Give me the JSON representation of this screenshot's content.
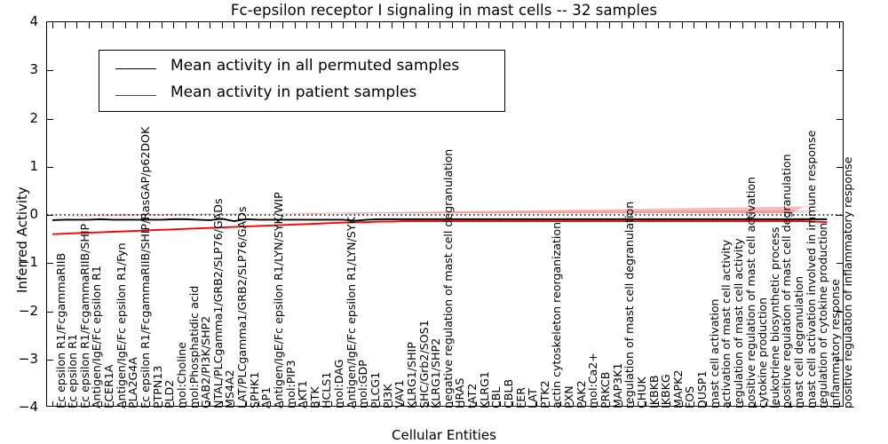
{
  "title": "Fc-epsilon receptor I signaling in mast cells -- 32 samples",
  "axes": {
    "xlabel": "Cellular Entities",
    "ylabel": "Inferred Activity",
    "yticks": [
      "-4",
      "-3",
      "-2",
      "-1",
      "0",
      "1",
      "2",
      "3",
      "4"
    ],
    "ylim": [
      -4,
      4
    ]
  },
  "legend": {
    "entries": [
      {
        "label": "Mean activity in all permuted samples",
        "color": "#000000"
      },
      {
        "label": "Mean activity in patient samples",
        "color": "#ff0000"
      }
    ]
  },
  "chart_data": {
    "type": "line",
    "title": "Fc-epsilon receptor I signaling in mast cells -- 32 samples",
    "xlabel": "Cellular Entities",
    "ylabel": "Inferred Activity",
    "ylim": [
      -4,
      4
    ],
    "grid": false,
    "legend_position": "upper left",
    "categories": [
      "Fc epsilon R1/FcgammaRIIB",
      "Fc epsilon R1",
      "Fc epsilon R1/FcgammaRIIB/SHIP",
      "Antigen/IgE/Fc epsilon R1",
      "FCER1A",
      "Antigen/IgE/Fc epsilon R1/Fyn",
      "PLA2G4A",
      "Fc epsilon R1/FcgammaRIIB/SHIP/RasGAP/p62DOK",
      "PTPN13",
      "PLD2",
      "mol:Choline",
      "mol:Phosphatidic acid",
      "GAB2/PI3K/SHP2",
      "NTAL/PLCgamma1/GRB2/SLP76/GADs",
      "MS4A2",
      "LAT/PLCgamma1/GRB2/SLP76/GADs",
      "SPHK1",
      "AP1",
      "Antigen/IgE/Fc epsilon R1/LYN/SYK/WIP",
      "mol:PIP3",
      "AKT1",
      "BTK",
      "HCLS1",
      "mol:DAG",
      "Antigen/IgE/Fc epsilon R1/LYN/SYK",
      "mol:GDP",
      "PLCG1",
      "PI3K",
      "VAV1",
      "KLRG1/SHIP",
      "SHC/Grb2/SOS1",
      "KLRG1/SHP2",
      "negative regulation of mast cell degranulation",
      "HRAS",
      "tAT2",
      "KLRG1",
      "CBL",
      "CBLB",
      "FER",
      "LAT",
      "PTK2",
      "actin cytoskeleton reorganization",
      "PXN",
      "PAK2",
      "mol:Ca2+",
      "PRKCB",
      "MAP3K1",
      "regulation of mast cell degranulation",
      "CHUK",
      "IKBKB",
      "IKBKG",
      "MAPK2",
      "FOS",
      "DUSP1",
      "mast cell activation",
      "activation of mast cell activity",
      "regulation of mast cell activity",
      "positive regulation of mast cell activation",
      "cytokine production",
      "leukotriene biosynthetic process",
      "positive regulation of mast cell degranulation",
      "mast cell degranulation",
      "mast cell activation involved in immune response",
      "regulation of cytokine production",
      "inflammatory response",
      "positive regulation of inflammatory response"
    ],
    "series": [
      {
        "name": "Mean activity in all permuted samples",
        "color": "#000000",
        "values": [
          -0.11,
          -0.1,
          -0.1,
          -0.1,
          -0.09,
          -0.1,
          -0.1,
          -0.1,
          -0.1,
          -0.1,
          -0.09,
          -0.09,
          -0.1,
          -0.11,
          -0.08,
          -0.13,
          -0.09,
          -0.1,
          -0.1,
          -0.1,
          -0.1,
          -0.1,
          -0.1,
          -0.1,
          -0.1,
          -0.12,
          -0.1,
          -0.09,
          -0.09,
          -0.09,
          -0.09,
          -0.09,
          -0.09,
          -0.09,
          -0.09,
          -0.09,
          -0.09,
          -0.09,
          -0.09,
          -0.09,
          -0.09,
          -0.09,
          -0.09,
          -0.09,
          -0.09,
          -0.09,
          -0.09,
          -0.09,
          -0.09,
          -0.09,
          -0.09,
          -0.09,
          -0.09,
          -0.09,
          -0.09,
          -0.09,
          -0.09,
          -0.09,
          -0.09,
          -0.09,
          -0.09,
          -0.09,
          -0.09,
          -0.09,
          -0.09
        ],
        "band_low": [
          -0.22,
          -0.21,
          -0.21,
          -0.21,
          -0.2,
          -0.21,
          -0.21,
          -0.21,
          -0.21,
          -0.21,
          -0.2,
          -0.2,
          -0.21,
          -0.23,
          -0.19,
          -0.25,
          -0.2,
          -0.21,
          -0.21,
          -0.21,
          -0.21,
          -0.21,
          -0.21,
          -0.21,
          -0.21,
          -0.24,
          -0.21,
          -0.2,
          -0.2,
          -0.2,
          -0.2,
          -0.2,
          -0.2,
          -0.2,
          -0.2,
          -0.2,
          -0.2,
          -0.2,
          -0.2,
          -0.2,
          -0.2,
          -0.2,
          -0.2,
          -0.2,
          -0.2,
          -0.2,
          -0.2,
          -0.2,
          -0.2,
          -0.2,
          -0.2,
          -0.2,
          -0.2,
          -0.2,
          -0.2,
          -0.2,
          -0.2,
          -0.2,
          -0.2,
          -0.2,
          -0.2,
          -0.2,
          -0.2,
          -0.24,
          -0.26
        ],
        "band_high": [
          0.02,
          0.03,
          0.03,
          0.03,
          0.04,
          0.03,
          0.03,
          0.03,
          0.03,
          0.03,
          0.04,
          0.04,
          0.03,
          0.02,
          0.05,
          0.0,
          0.04,
          0.03,
          0.03,
          0.03,
          0.03,
          0.03,
          0.03,
          0.03,
          0.03,
          0.01,
          0.03,
          0.04,
          0.04,
          0.04,
          0.04,
          0.04,
          0.04,
          0.04,
          0.04,
          0.04,
          0.04,
          0.04,
          0.04,
          0.04,
          0.04,
          0.04,
          0.04,
          0.04,
          0.04,
          0.04,
          0.04,
          0.04,
          0.04,
          0.04,
          0.04,
          0.04,
          0.04,
          0.04,
          0.04,
          0.04,
          0.04,
          0.04,
          0.04,
          0.04,
          0.04,
          0.04,
          0.04,
          0.07,
          0.1
        ]
      },
      {
        "name": "Mean activity in patient samples",
        "color": "#ff0000",
        "values": [
          -0.4,
          -0.39,
          -0.38,
          -0.37,
          -0.36,
          -0.35,
          -0.34,
          -0.33,
          -0.32,
          -0.31,
          -0.3,
          -0.29,
          -0.28,
          -0.27,
          -0.26,
          -0.25,
          -0.24,
          -0.23,
          -0.22,
          -0.21,
          -0.2,
          -0.19,
          -0.18,
          -0.17,
          -0.16,
          -0.15,
          -0.15,
          -0.14,
          -0.14,
          -0.13,
          -0.13,
          -0.13,
          -0.13,
          -0.13,
          -0.13,
          -0.13,
          -0.13,
          -0.13,
          -0.13,
          -0.13,
          -0.13,
          -0.13,
          -0.13,
          -0.13,
          -0.13,
          -0.13,
          -0.13,
          -0.13,
          -0.13,
          -0.13,
          -0.13,
          -0.13,
          -0.13,
          -0.13,
          -0.13,
          -0.13,
          -0.13,
          -0.13,
          -0.13,
          -0.13,
          -0.13,
          -0.13,
          -0.13,
          -0.14,
          -0.15
        ],
        "band_low": [
          -0.78,
          -0.76,
          -0.76,
          -0.74,
          -0.73,
          -0.72,
          -0.74,
          -0.72,
          -0.64,
          -0.63,
          -0.62,
          -0.62,
          -0.62,
          -0.72,
          -0.74,
          -0.7,
          -0.66,
          -0.65,
          -0.64,
          -0.63,
          -0.62,
          -0.6,
          -0.58,
          -0.56,
          -0.58,
          -0.58,
          -0.56,
          -0.55,
          -0.54,
          -0.53,
          -0.52,
          -0.51,
          -0.5,
          -0.49,
          -0.48,
          -0.48,
          -0.47,
          -0.47,
          -0.46,
          -0.46,
          -0.45,
          -0.45,
          -0.45,
          -0.44,
          -0.44,
          -0.44,
          -0.44,
          -0.44,
          -0.44,
          -0.44,
          -0.44,
          -0.44,
          -0.44,
          -0.38,
          -0.38,
          -0.38,
          -0.38,
          -0.38,
          -0.38,
          -0.38,
          -0.38,
          -0.38,
          -0.5,
          -0.52,
          -0.53
        ],
        "band_high": [
          -0.04,
          -0.03,
          -0.02,
          -0.01,
          0.0,
          0.01,
          0.02,
          0.02,
          0.02,
          0.02,
          0.02,
          0.02,
          0.02,
          0.02,
          0.02,
          0.02,
          0.02,
          0.02,
          0.02,
          0.02,
          0.02,
          0.02,
          0.02,
          0.03,
          0.03,
          0.03,
          0.03,
          0.03,
          0.03,
          0.03,
          0.03,
          0.03,
          0.03,
          0.03,
          0.03,
          0.03,
          0.03,
          0.03,
          0.03,
          0.03,
          0.03,
          0.03,
          0.03,
          0.03,
          0.03,
          0.03,
          0.03,
          0.03,
          0.03,
          0.03,
          0.03,
          0.03,
          0.03,
          0.03,
          0.03,
          0.03,
          0.03,
          0.03,
          0.03,
          0.03,
          0.03,
          0.03,
          0.16,
          0.18,
          0.18
        ]
      }
    ],
    "reference_line": {
      "y": 0,
      "style": "dotted",
      "color": "#000000"
    }
  }
}
